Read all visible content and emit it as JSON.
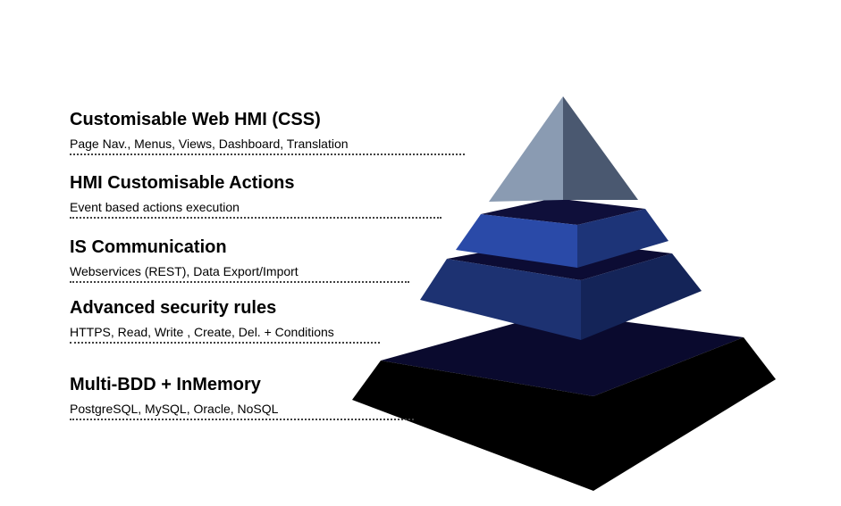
{
  "layers": [
    {
      "title": "Customisable Web HMI (CSS)",
      "description": "Page Nav.,  Menus, Views, Dashboard, Translation"
    },
    {
      "title": "HMI Customisable Actions",
      "description": "Event based actions execution"
    },
    {
      "title": "IS Communication",
      "description": "Webservices  (REST), Data Export/Import"
    },
    {
      "title": "Advanced security rules",
      "description": "HTTPS, Read,  Write , Create, Del. + Conditions"
    },
    {
      "title": "Multi-BDD + InMemory",
      "description": "PostgreSQL, MySQL, Oracle, NoSQL"
    }
  ],
  "colors": {
    "apex_left": "#8a9bb2",
    "apex_right": "#4a5870",
    "tier2_top": "#0f0f3a",
    "tier2_left": "#2a4aa8",
    "tier2_right": "#1d3478",
    "tier3_top": "#0c0c34",
    "tier3_left": "#1d3272",
    "tier3_right": "#142458",
    "base_top": "#0a0a2e",
    "base_front": "#000000",
    "dotted_line": "#404040"
  }
}
